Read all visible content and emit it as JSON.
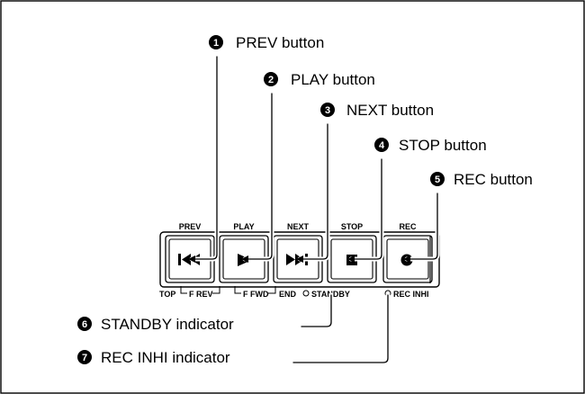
{
  "callouts": [
    {
      "num": "1",
      "label": "PREV button"
    },
    {
      "num": "2",
      "label": "PLAY button"
    },
    {
      "num": "3",
      "label": "NEXT button"
    },
    {
      "num": "4",
      "label": "STOP button"
    },
    {
      "num": "5",
      "label": "REC button"
    },
    {
      "num": "6",
      "label": "STANDBY indicator"
    },
    {
      "num": "7",
      "label": "REC INHI indicator"
    }
  ],
  "panel": {
    "button_labels": [
      "PREV",
      "PLAY",
      "NEXT",
      "STOP",
      "REC"
    ],
    "bottom_labels": {
      "top": "TOP",
      "f_rev": "F REV",
      "f_fwd": "F FWD",
      "end": "END",
      "standby": "STANDBY",
      "rec_inhi": "REC INHI"
    }
  },
  "icons": [
    "prev-icon",
    "play-icon",
    "next-icon",
    "stop-icon",
    "rec-icon"
  ],
  "colors": {
    "ink": "#000000",
    "background": "#ffffff"
  }
}
